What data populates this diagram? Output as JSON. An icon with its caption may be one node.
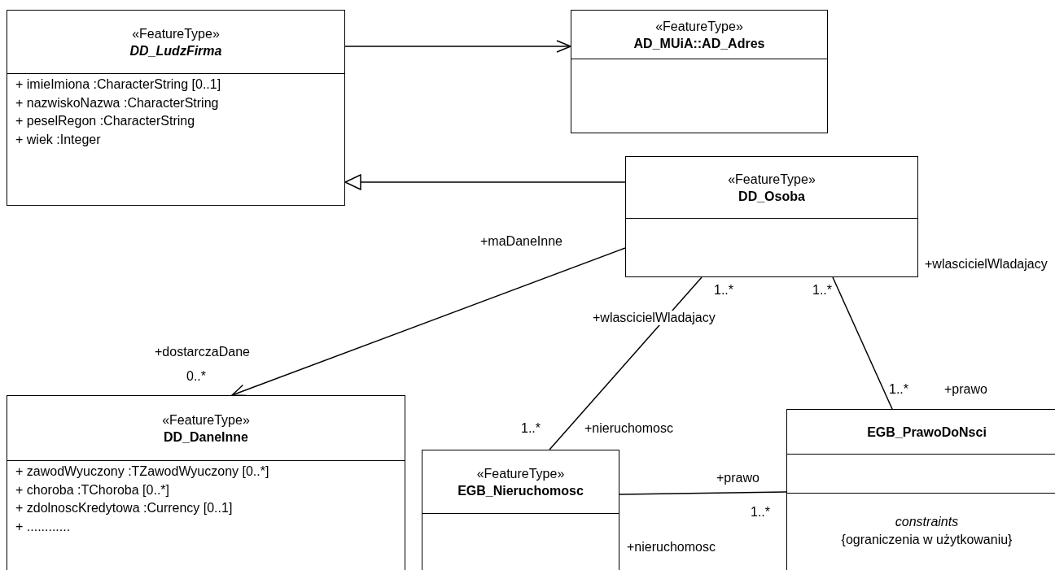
{
  "diagram": {
    "nodes": [
      {
        "text": [
          "«FeatureType»",
          "DD_LudzFirma",
          "+ imieImiona :CharacterString [0..1]",
          "+ nazwiskoNazwa :CharacterString",
          "+ peselRegon :CharacterString",
          "+ wiek :Integer"
        ]
      },
      {
        "text": [
          "«FeatureType»",
          "AD_MUiA::AD_Adres"
        ]
      },
      {
        "text": [
          "«FeatureType»",
          "DD_Osoba"
        ]
      },
      {
        "text": [
          "«FeatureType»",
          "DD_DaneInne",
          "+ zawodWyuczony :TZawodWyuczony [0..*]",
          "+ choroba :TChoroba [0..*]",
          "+ zdolnoscKredytowa :Currency [0..1]",
          "+ ............"
        ]
      },
      {
        "text": [
          "«FeatureType»",
          "EGB_Nieruchomosc"
        ]
      },
      {
        "text": [
          "EGB_PrawoDoNsci",
          "constraints",
          "{ograniczenia w użytkowaniu}"
        ]
      }
    ],
    "edges": [
      {
        "from": 0,
        "to": 1,
        "arrow": "to"
      },
      {
        "from": 2,
        "to": 0,
        "arrow": "to"
      },
      {
        "from": 2,
        "to": 3,
        "arrow": "to"
      },
      {
        "from": 2,
        "to": 4,
        "arrow": "none"
      },
      {
        "from": 2,
        "to": 5,
        "arrow": "none"
      },
      {
        "from": 4,
        "to": 5,
        "arrow": "none"
      }
    ],
    "labels": [
      "+maDaneInne",
      "+wlascicielWladajacy",
      "1..*",
      "1..*",
      "+wlascicielWladajacy",
      "+dostarczaDane",
      "0..*",
      "1..*",
      "+prawo",
      "1..*",
      "+nieruchomosc",
      "+prawo",
      "1..*",
      "+nieruchomosc"
    ]
  }
}
